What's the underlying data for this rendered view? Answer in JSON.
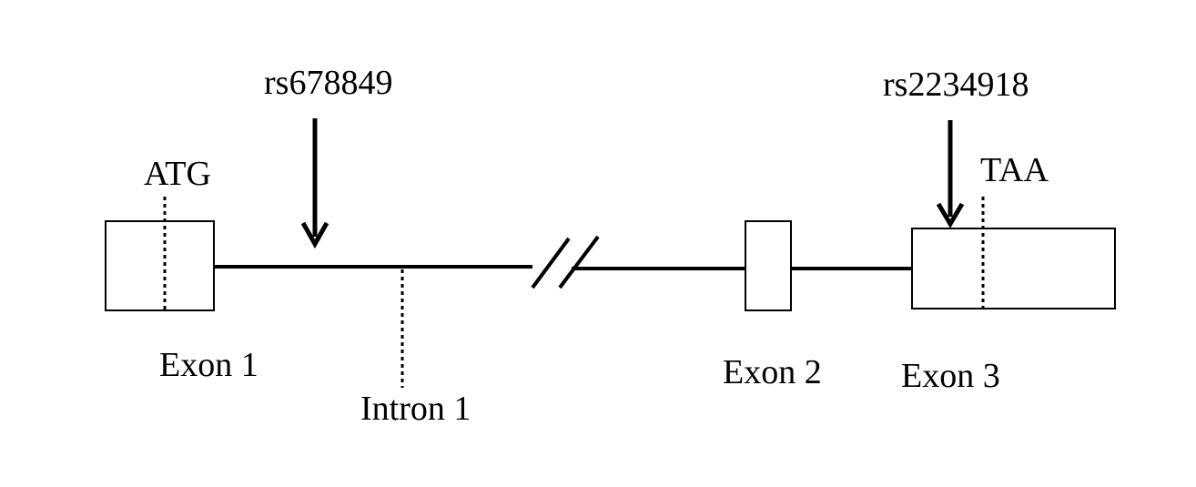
{
  "diagram": {
    "snps": [
      {
        "id": "rs678849"
      },
      {
        "id": "rs2234918"
      }
    ],
    "codons": {
      "start": "ATG",
      "stop": "TAA"
    },
    "regions": {
      "exon1": "Exon 1",
      "intron1": "Intron 1",
      "exon2": "Exon 2",
      "exon3": "Exon 3"
    },
    "colors": {
      "stroke": "#000000",
      "fill": "#ffffff"
    }
  }
}
